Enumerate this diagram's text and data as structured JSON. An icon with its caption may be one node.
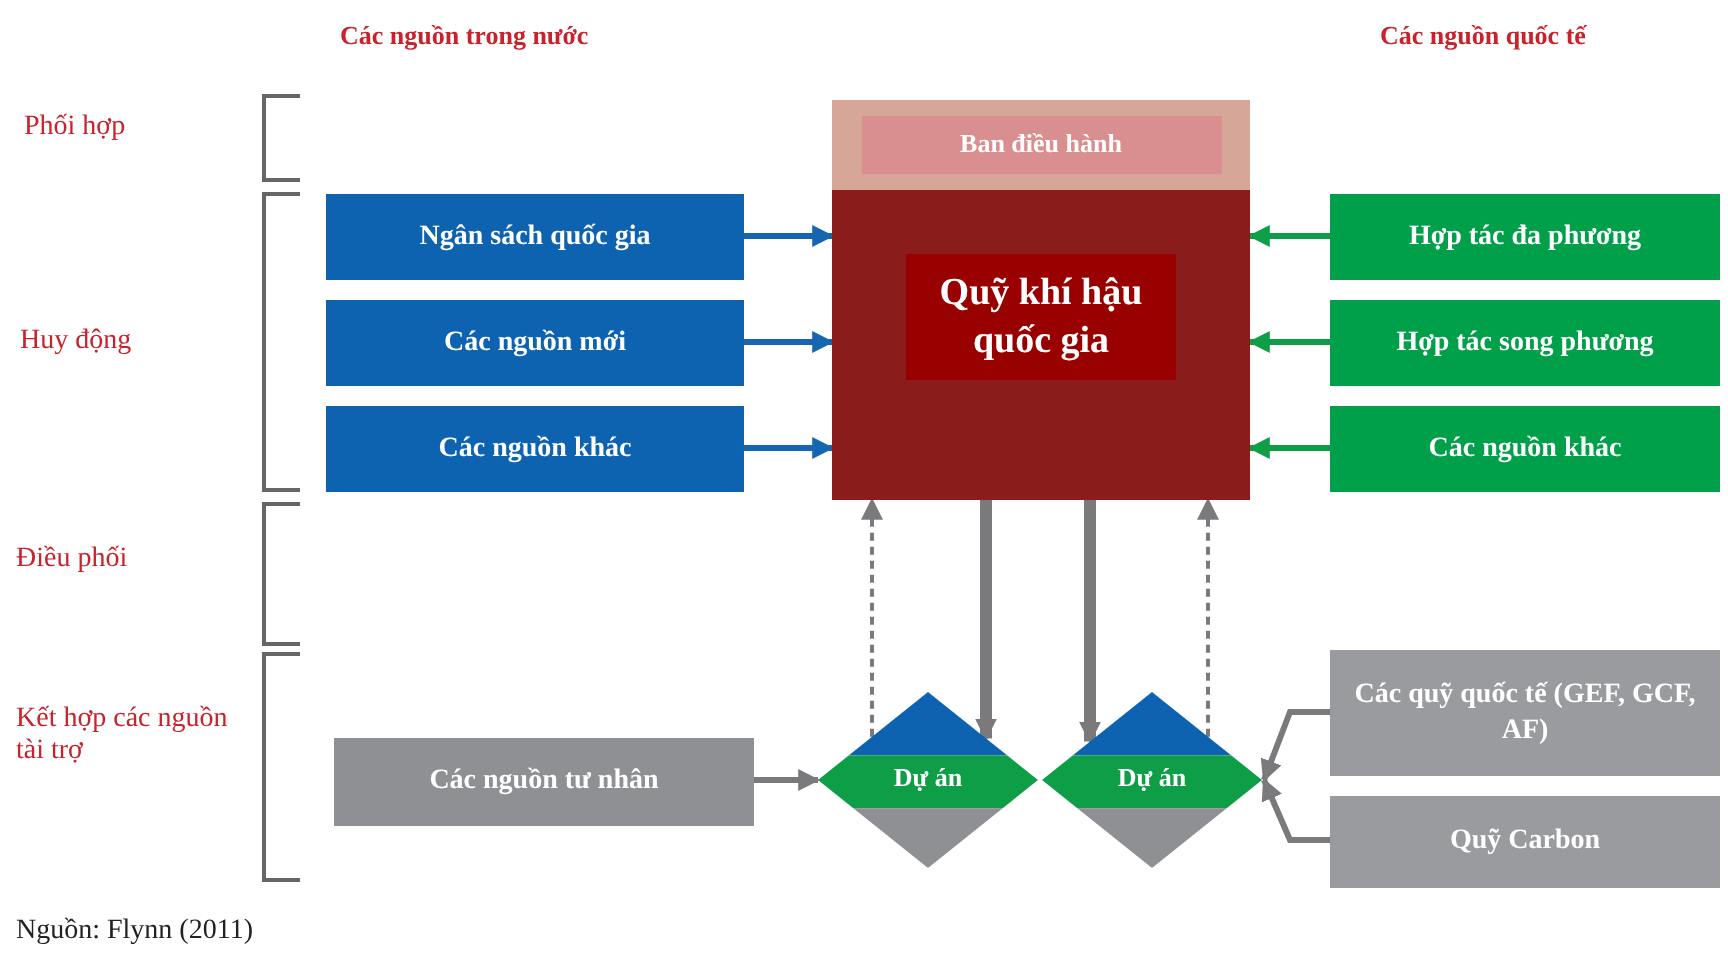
{
  "diagram": {
    "caption": "Nguồn: Flynn (2011)",
    "nodes": [
      {
        "text": [
          "Ban điều hành"
        ]
      },
      {
        "text": [
          "Quỹ khí hậu quốc gia"
        ]
      },
      {
        "text": [
          "Ngân sách quốc gia"
        ]
      },
      {
        "text": [
          "Các nguồn mới"
        ]
      },
      {
        "text": [
          "Các nguồn khác"
        ]
      },
      {
        "text": [
          "Hợp tác đa phương"
        ]
      },
      {
        "text": [
          "Hợp tác song phương"
        ]
      },
      {
        "text": [
          "Các nguồn khác"
        ]
      },
      {
        "text": [
          "Các nguồn tư nhân"
        ]
      },
      {
        "text": [
          "Dự án"
        ]
      },
      {
        "text": [
          "Dự án"
        ]
      },
      {
        "text": [
          "Các quỹ quốc tế (GEF, GCF, AF)"
        ]
      },
      {
        "text": [
          "Quỹ Carbon"
        ]
      }
    ],
    "edges": [
      {
        "from": 2,
        "to": 1,
        "arrow": "to",
        "color": "#1565b0"
      },
      {
        "from": 3,
        "to": 1,
        "arrow": "to",
        "color": "#1565b0"
      },
      {
        "from": 4,
        "to": 1,
        "arrow": "to",
        "color": "#1565b0"
      },
      {
        "from": 5,
        "to": 1,
        "arrow": "to",
        "color": "#0e9e48"
      },
      {
        "from": 6,
        "to": 1,
        "arrow": "to",
        "color": "#0e9e48"
      },
      {
        "from": 7,
        "to": 1,
        "arrow": "to",
        "color": "#0e9e48"
      },
      {
        "from": 1,
        "to": 9,
        "arrow": "to",
        "style": "thick"
      },
      {
        "from": 1,
        "to": 10,
        "arrow": "to",
        "style": "thick"
      },
      {
        "from": 9,
        "to": 1,
        "arrow": "to",
        "style": "dashed"
      },
      {
        "from": 10,
        "to": 1,
        "arrow": "to",
        "style": "dashed"
      },
      {
        "from": 8,
        "to": 9,
        "arrow": "to"
      },
      {
        "from": 11,
        "to": 10,
        "arrow": "to"
      },
      {
        "from": 12,
        "to": 10,
        "arrow": "to"
      }
    ],
    "labels": [
      "Các nguồn trong nước",
      "Các nguồn quốc tế",
      "Phối hợp",
      "Huy động",
      "Điều phối",
      "Kết hợp các nguồn tài trợ"
    ]
  }
}
